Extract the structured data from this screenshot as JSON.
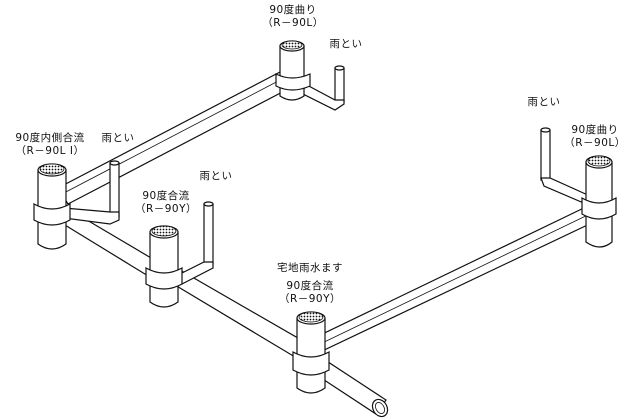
{
  "labels": {
    "top_corner_name": "90度曲り",
    "top_corner_code": "（R－90L）",
    "top_downspout": "雨とい",
    "left_corner_name": "90度内側合流",
    "left_corner_code": "（R－90L I）",
    "left_downspout": "雨とい",
    "middle_junction_name": "90度合流",
    "middle_junction_code": "（R－90Y）",
    "middle_downspout": "雨とい",
    "right_downspout": "雨とい",
    "right_corner_name": "90度曲り",
    "right_corner_code": "（R－90L）",
    "main_title": "宅地雨水ます",
    "main_junction_name": "90度合流",
    "main_junction_code": "（R－90Y）"
  }
}
